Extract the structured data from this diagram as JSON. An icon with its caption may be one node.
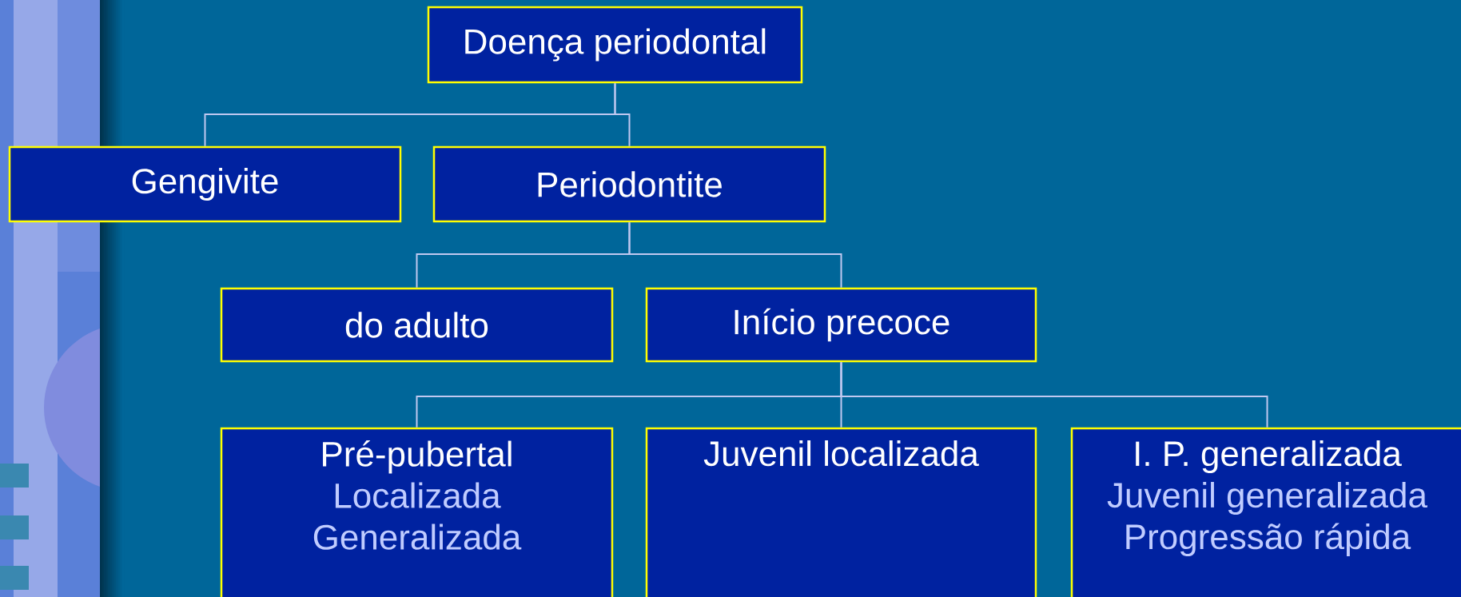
{
  "diagram": {
    "nodes": [
      {
        "text": [
          "Doença periodontal"
        ]
      },
      {
        "text": [
          "Gengivite"
        ]
      },
      {
        "text": [
          "Periodontite"
        ]
      },
      {
        "text": [
          "do adulto"
        ]
      },
      {
        "text": [
          "Início precoce"
        ]
      },
      {
        "text": [
          "Pré-pubertal",
          "Localizada",
          "Generalizada"
        ]
      },
      {
        "text": [
          "Juvenil localizada"
        ]
      },
      {
        "text": [
          "I. P. generalizada",
          "Juvenil generalizada",
          "Progressão rápida"
        ]
      }
    ],
    "edges": [
      {
        "from": 0,
        "to": 1,
        "arrow": "none"
      },
      {
        "from": 0,
        "to": 2,
        "arrow": "none"
      },
      {
        "from": 2,
        "to": 3,
        "arrow": "none"
      },
      {
        "from": 2,
        "to": 4,
        "arrow": "none"
      },
      {
        "from": 4,
        "to": 5,
        "arrow": "none"
      },
      {
        "from": 4,
        "to": 6,
        "arrow": "none"
      },
      {
        "from": 4,
        "to": 7,
        "arrow": "none"
      }
    ]
  }
}
